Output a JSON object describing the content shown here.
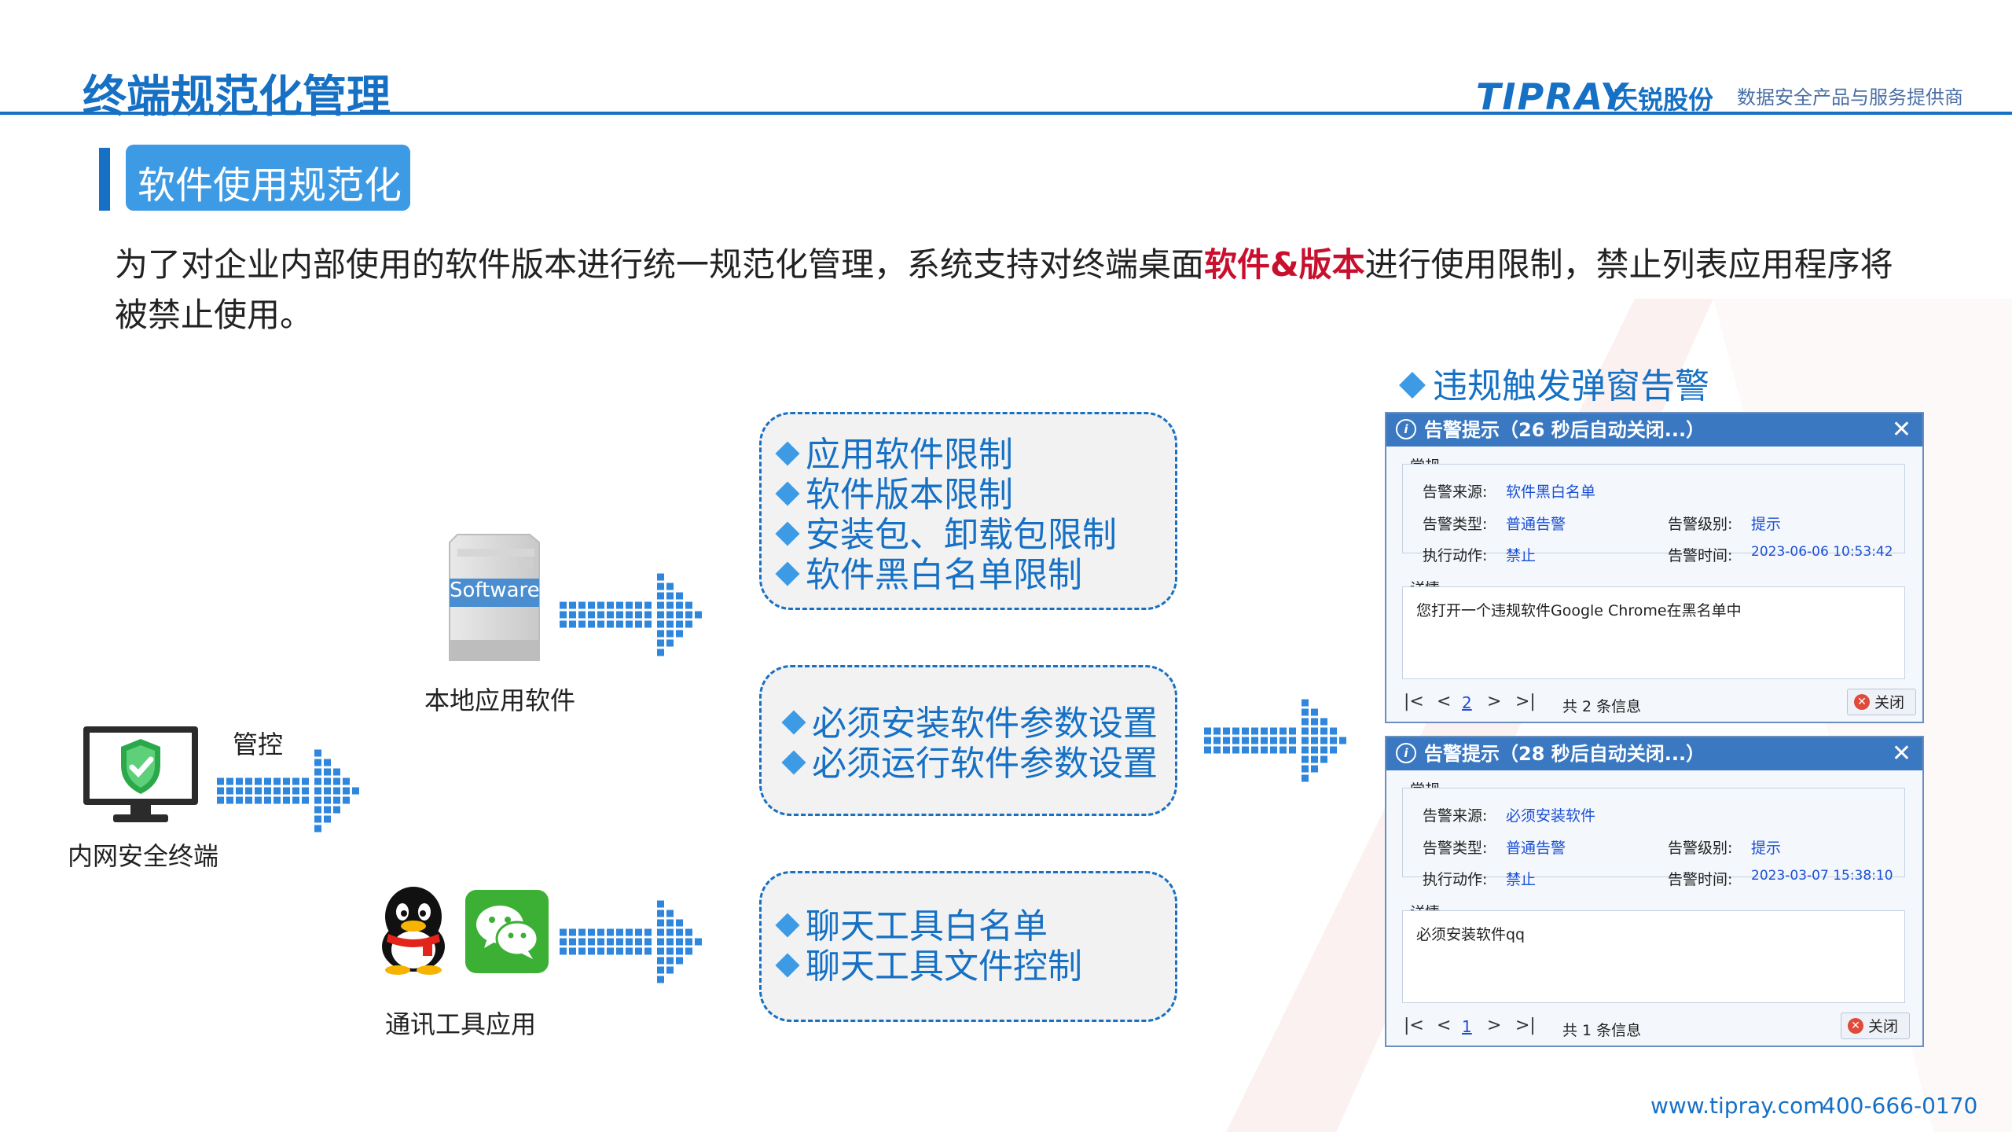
{
  "header": {
    "title": "终端规范化管理",
    "logo_word": "TIPRAY",
    "logo_cn": "天锐股份",
    "tagline": "数据安全产品与服务提供商"
  },
  "section": {
    "title": "软件使用规范化"
  },
  "intro": {
    "before": "为了对企业内部使用的软件版本进行统一规范化管理，系统支持对终端桌面",
    "highlight": "软件&版本",
    "after": "进行使用限制，禁止列表应用程序将被禁止使用。"
  },
  "colors": {
    "brand": "#1670c4",
    "accent": "#3d9be6",
    "highlight": "#c8102e",
    "link": "#1a4fd6"
  },
  "icons": [
    "monitor-shield-icon",
    "software-box-icon",
    "qq-penguin-icon",
    "wechat-icon",
    "info-icon",
    "close-icon"
  ],
  "left": {
    "terminal_label": "内网安全终端",
    "control_label": "管控",
    "software_box_text": "Software",
    "software_label": "本地应用软件",
    "im_label": "通讯工具应用"
  },
  "boxes": {
    "software": [
      "应用软件限制",
      "软件版本限制",
      "安装包、卸载包限制",
      "软件黑白名单限制"
    ],
    "required": [
      "必须安装软件参数设置",
      "必须运行软件参数设置"
    ],
    "chat": [
      "聊天工具白名单",
      "聊天工具文件控制"
    ]
  },
  "alerts": {
    "heading": "违规触发弹窗告警",
    "labels": {
      "group": "常规",
      "source": "告警来源:",
      "type": "告警类型:",
      "level": "告警级别:",
      "action": "执行动作:",
      "time": "告警时间:",
      "detail": "详情",
      "close": "关闭"
    },
    "dialogs": [
      {
        "title": "告警提示（26 秒后自动关闭...）",
        "source": "软件黑白名单",
        "type": "普通告警",
        "level": "提示",
        "action": "禁止",
        "time": "2023-06-06 10:53:42",
        "detail": "您打开一个违规软件Google Chrome在黑名单中",
        "page": "2",
        "total": "共 2 条信息"
      },
      {
        "title": "告警提示（28 秒后自动关闭...）",
        "source": "必须安装软件",
        "type": "普通告警",
        "level": "提示",
        "action": "禁止",
        "time": "2023-03-07 15:38:10",
        "detail": "必须安装软件qq",
        "page": "1",
        "total": "共 1 条信息"
      }
    ]
  },
  "footer": {
    "website": "www.tipray.com",
    "phone": "400-666-0170"
  }
}
